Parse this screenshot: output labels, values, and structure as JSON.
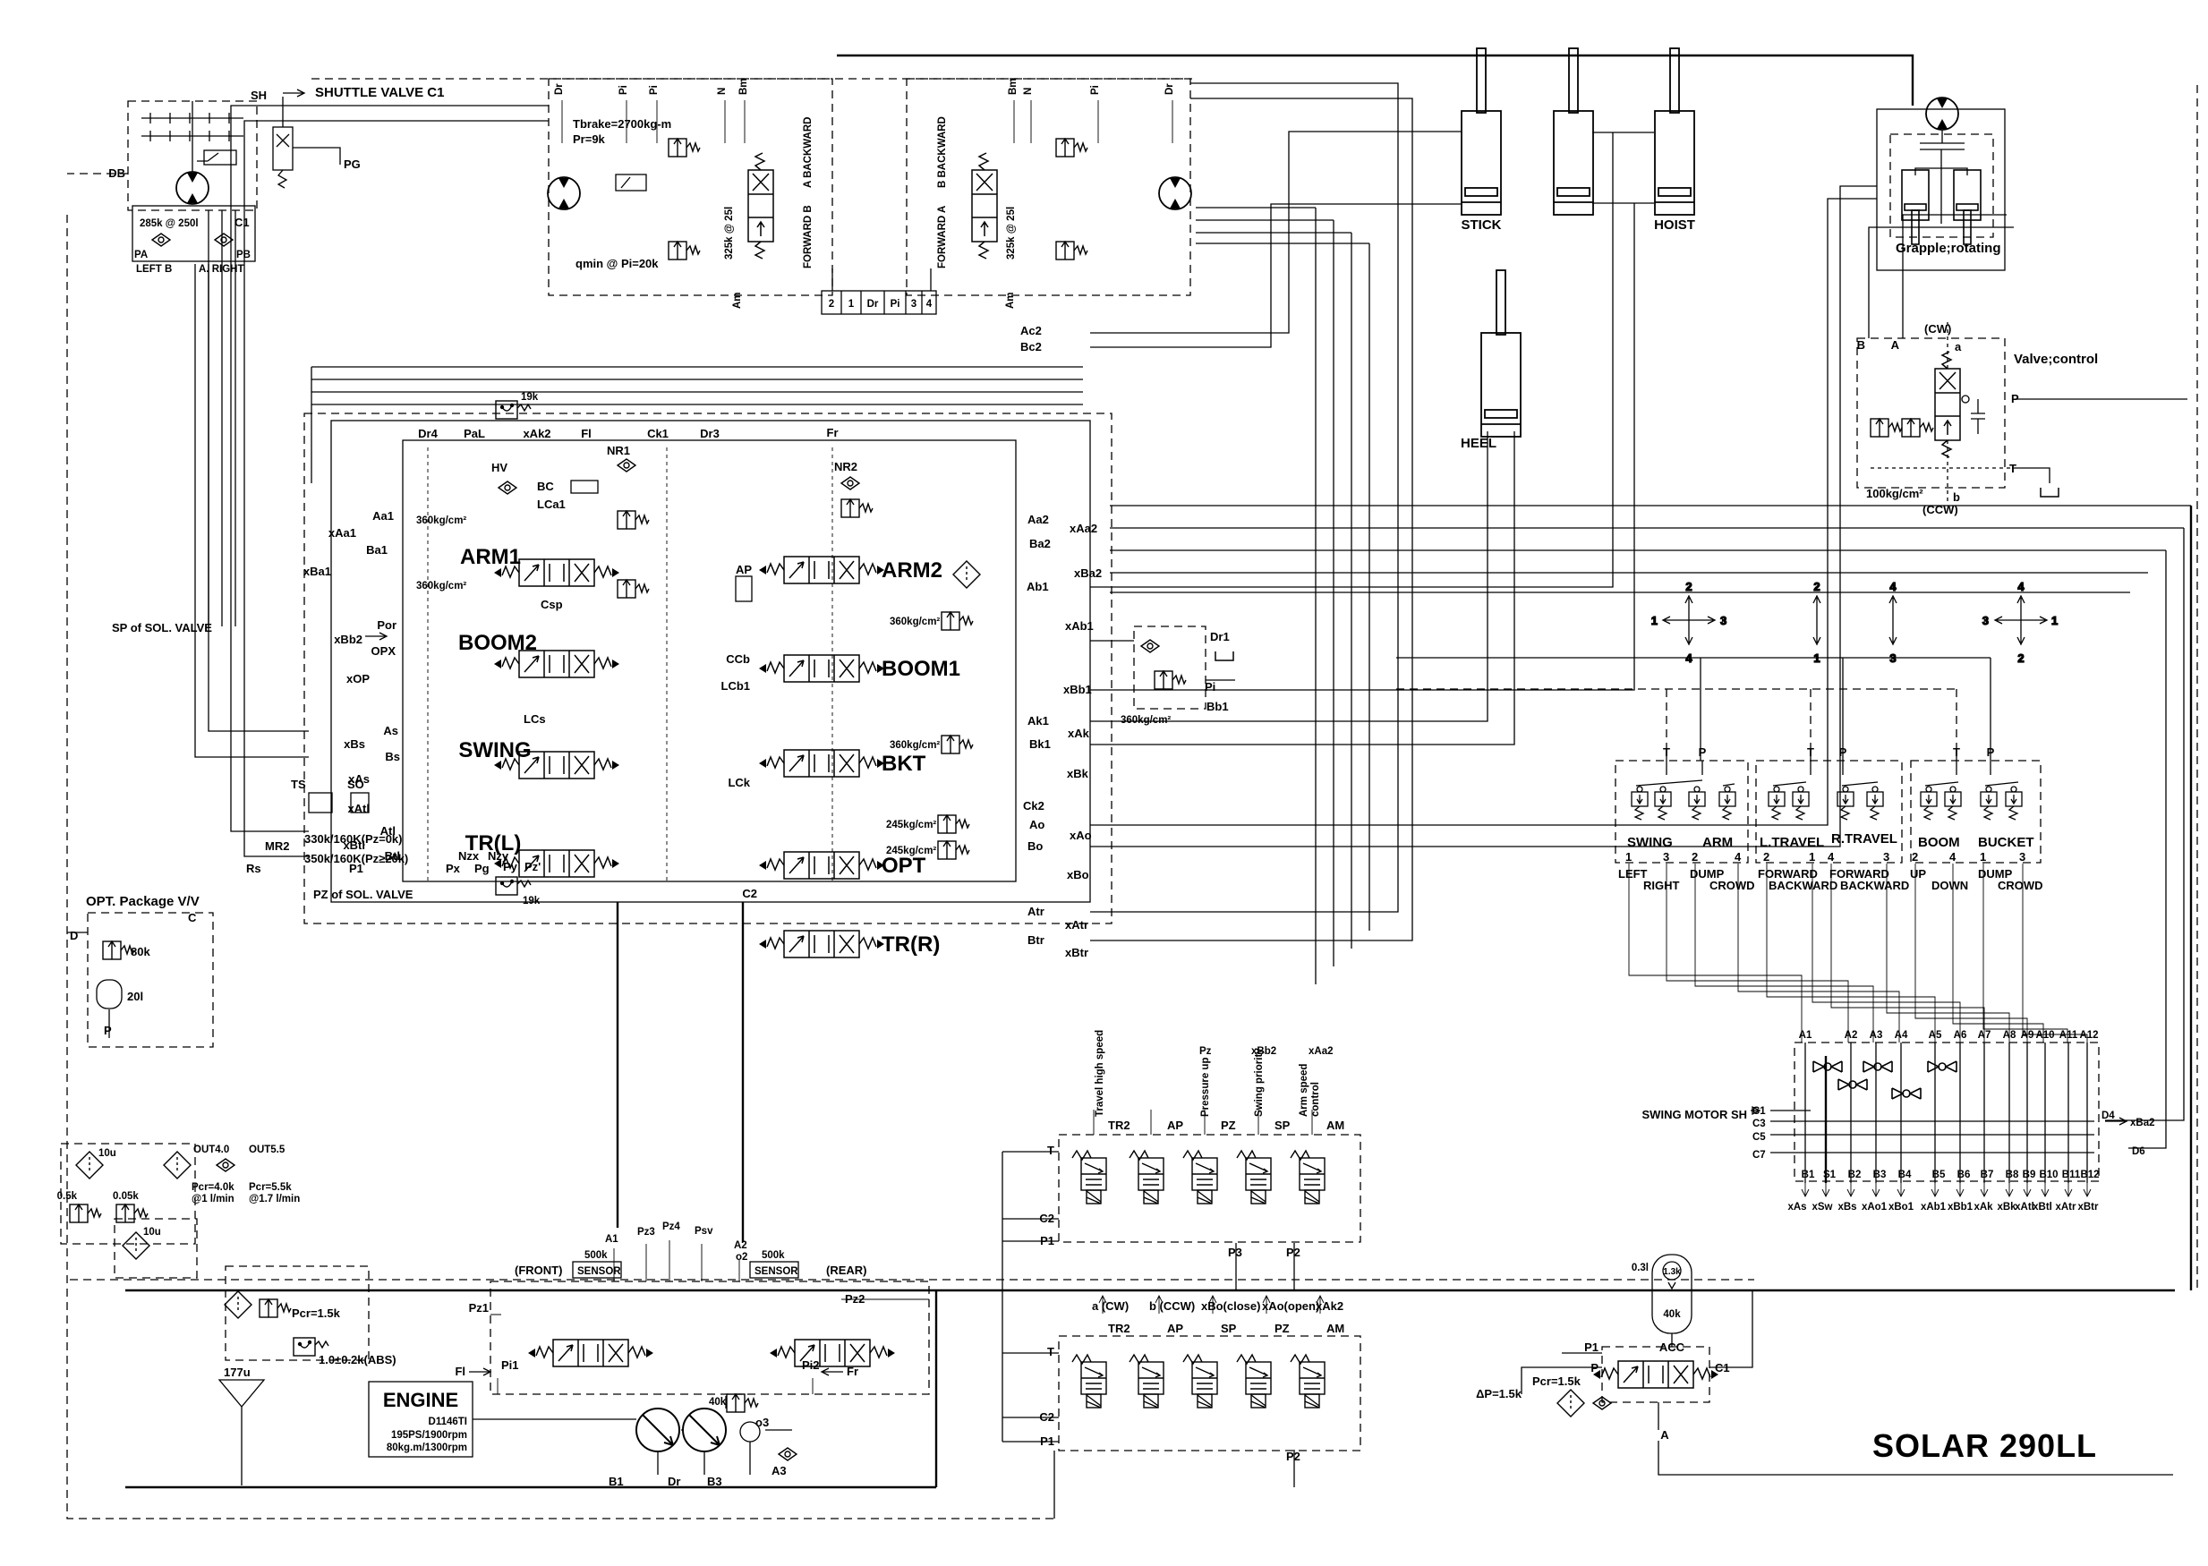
{
  "colors": {
    "ink": "#000000",
    "bg": "#ffffff"
  },
  "footer": {
    "title": "SOLAR 290LL"
  },
  "tl": {
    "sh": "SH",
    "title": "SHUTTLE VALVE C1",
    "pg": "PG",
    "db": "DB",
    "rating": "285k @ 250l",
    "c1": "C1",
    "pa": "PA",
    "pb": "PB",
    "left": "LEFT  B",
    "right": "A. RIGHT"
  },
  "tvl": {
    "p1": "Dr",
    "p2": "Pi",
    "p3": "Pi",
    "p4": "N",
    "p5": "Bm",
    "am": "Am",
    "tbrake": "Tbrake=2700kg-m",
    "pr": "Pr=9k",
    "qmin": "qmin @ Pi=20k",
    "rating": "325k @ 25l",
    "bwd": "A  BACKWARD",
    "fwd": "FORWARD  B"
  },
  "tvr": {
    "p1": "Bm",
    "p2": "N",
    "p3": "Pi",
    "p4": "Dr",
    "am": "Am",
    "rating": "325k @ 25l",
    "bwd": "B  BACKWARD",
    "fwd": "FORWARD  A"
  },
  "jbox": [
    "2",
    "1",
    "Dr",
    "Pi",
    "3",
    "4"
  ],
  "cyl": {
    "stick": "STICK",
    "hoist": "HOIST",
    "heel": "HEEL",
    "grapple": "Grapple;rotating"
  },
  "vc": {
    "title": "Valve;control",
    "b": "B",
    "a": "A",
    "cw": "(CW)",
    "ap": "a",
    "p": "P",
    "t": "T",
    "bp": "b",
    "ccw": "(CCW)",
    "press": "100kg/cm²"
  },
  "mv": {
    "top": {
      "dr4": "Dr4",
      "pal": "PaL",
      "xak2": "xAk2",
      "fl": "Fl",
      "ck1": "Ck1",
      "dr3": "Dr3",
      "fr": "Fr",
      "k19": "19k"
    },
    "sec": {
      "arm1": "ARM1",
      "boom2": "BOOM2",
      "swing": "SWING",
      "trl": "TR(L)",
      "arm2": "ARM2",
      "boom1": "BOOM1",
      "bkt": "BKT",
      "opt": "OPT",
      "trr": "TR(R)"
    },
    "lp": {
      "aa1": "Aa1",
      "xaa1": "xAa1",
      "ba1": "Ba1",
      "xba1": "xBa1",
      "r1": "360kg/cm²",
      "r2": "360kg/cm²",
      "por": "Por",
      "xbb2": "xBb2",
      "opx": "OPX",
      "xop": "xOP",
      "as": "As",
      "xbs": "xBs",
      "bs": "Bs",
      "xas": "xAs",
      "xatl": "xAtl",
      "atl": "Atl",
      "xbtl": "xBtl",
      "btl": "Btl",
      "sp_sol": "SP of SOL. VALVE"
    },
    "rp": {
      "ac2": "Ac2",
      "bc2": "Bc2",
      "aa2": "Aa2",
      "xaa2": "xAa2",
      "ba2": "Ba2",
      "xba2": "xBa2",
      "ab1": "Ab1",
      "xab1": "xAb1",
      "xbb1": "xBb1",
      "ak1": "Ak1",
      "xak": "xAk",
      "bk1": "Bk1",
      "xbk": "xBk",
      "ck2": "Ck2",
      "ao": "Ao",
      "xao": "xAo",
      "bo": "Bo",
      "xbo": "xBo",
      "atr": "Atr",
      "xatr": "xAtr",
      "btr": "Btr",
      "xbtr": "xBtr"
    },
    "in": {
      "hv": "HV",
      "bc": "BC",
      "nr1": "NR1",
      "nr2": "NR2",
      "lca1": "LCa1",
      "csp": "Csp",
      "lcs": "LCs",
      "ccb": "CCb",
      "lcb1": "LCb1",
      "lck": "LCk",
      "c2": "C2",
      "ap": "AP",
      "ts": "TS",
      "so": "SO",
      "mr2": "MR2",
      "k330": "330k/160K(Pz=0k)",
      "k350": "350k/160K(Pz≥20k)",
      "r3": "360kg/cm²",
      "r4": "360kg/cm²",
      "r5": "245kg/cm²",
      "r6": "245kg/cm²"
    },
    "bot": {
      "rs": "Rs",
      "p1": "P1",
      "nzx": "Nzx",
      "nzy": "Nzy",
      "px": "Px",
      "pg": "Pg",
      "py": "Py",
      "pz": "Pz'",
      "k19": "19k",
      "pz_sol": "PZ of SOL. VALVE"
    }
  },
  "rel": {
    "dr1": "Dr1",
    "pi": "Pi",
    "bb1": "Bb1",
    "r": "360kg/cm²"
  },
  "opt": {
    "title": "OPT. Package V/V",
    "c": "C",
    "d": "D",
    "k80": "80k",
    "l20": "20l",
    "p": "P"
  },
  "fil": {
    "u1": "10u",
    "k05": "0.5k",
    "k005": "0.05k",
    "u2": "10u",
    "o40": "OUT4.0",
    "p40": "Pcr=4.0k",
    "q40": "@1 l/min",
    "o55": "OUT5.5",
    "p55": "Pcr=5.5k",
    "q55": "@1.7 l/min",
    "pcr": "Pcr=1.5k",
    "abs": "1.0±0.2k(ABS)",
    "u177": "177u"
  },
  "pump": {
    "front": "(FRONT)",
    "rear": "(REAR)",
    "k500a": "500k",
    "k500b": "500k",
    "sens1": "SENSOR",
    "sens2": "SENSOR",
    "a1": "A1",
    "pz3": "Pz3",
    "pz4": "Pz4",
    "psv": "Psv",
    "a2": "A2",
    "o2": "o2",
    "pz1": "Pz1",
    "fl": "Fl",
    "pi1": "Pi1",
    "pz2": "Pz2",
    "pi2": "Pi2",
    "fr": "Fr",
    "b1": "B1",
    "dr": "Dr",
    "b3": "B3",
    "a3": "A3",
    "o3": "o3",
    "k40": "40k"
  },
  "eng": {
    "t": "ENGINE",
    "m": "D1146TI",
    "p": "195PS/1900rpm",
    "q": "80kg.m/1300rpm"
  },
  "b1": {
    "v1": "Travel high speed",
    "v2": "Pressure up",
    "v2b": "Pz",
    "v3": "Swing priority",
    "v3b": "xBb2",
    "v4": "Arm speed",
    "v4b": "control",
    "v4c": "xAa2",
    "tr2": "TR2",
    "ap": "AP",
    "pz": "PZ",
    "sp": "SP",
    "am": "AM",
    "t": "T",
    "c2": "C2",
    "p1": "P1",
    "p3": "P3",
    "p2": "P2"
  },
  "b2": {
    "d1": "a (CW)",
    "d2": "b (CCW)",
    "d3": "xBo(close)",
    "d4": "xAo(open)",
    "d5": "xAk2",
    "tr2": "TR2",
    "ap": "AP",
    "sp": "SP",
    "pz": "PZ",
    "am": "AM",
    "t": "T",
    "c2": "C2",
    "p1": "P1",
    "p2": "P2"
  },
  "joy": {
    "t1": "T",
    "p1": "P",
    "t2": "T",
    "p2": "P",
    "t3": "T",
    "p3": "P",
    "swing": "SWING",
    "arm": "ARM",
    "lt": "L.TRAVEL",
    "rt": "R.TRAVEL",
    "boom": "BOOM",
    "bucket": "BUCKET",
    "s1": "1",
    "s3": "3",
    "a2": "2",
    "a4": "4",
    "l2": "2",
    "l1": "1",
    "r4": "4",
    "r3": "3",
    "b2": "2",
    "b4": "4",
    "k1": "1",
    "k3": "3",
    "left": "LEFT",
    "rightw": "RIGHT",
    "dump1": "DUMP",
    "crowd1": "CROWD",
    "fwd1": "FORWARD",
    "bwd1": "BACKWARD",
    "fwd2": "FORWARD",
    "bwd2": "BACKWARD",
    "up": "UP",
    "down": "DOWN",
    "dump2": "DUMP",
    "crowd2": "CROWD"
  },
  "cross": {
    "c1": [
      "2",
      "4",
      "1",
      "3"
    ],
    "c2": [
      "2",
      "1"
    ],
    "c3": [
      "4",
      "3"
    ],
    "c4": [
      "4",
      "2",
      "3",
      "1"
    ]
  },
  "man": {
    "a": [
      "A1",
      "A2",
      "A3",
      "A4",
      "A5",
      "A6",
      "A7",
      "A8",
      "A9",
      "A10",
      "A11",
      "A12"
    ],
    "b": [
      "B1",
      "S1",
      "B2",
      "B3",
      "B4",
      "B5",
      "B6",
      "B7",
      "B8",
      "B9",
      "B10",
      "B11",
      "B12"
    ],
    "x": [
      "xAs",
      "xSw",
      "xBs",
      "xAo1",
      "xBo1",
      "xAb1",
      "xBb1",
      "xAk",
      "xBk",
      "xAtl",
      "xBtl",
      "xAtr",
      "xBtr"
    ],
    "c": [
      "C1",
      "C3",
      "C5",
      "C7"
    ],
    "sw": "SWING MOTOR SH",
    "d4": "D4",
    "d4x": "xBa2",
    "d6": "D6"
  },
  "acc": {
    "v": "0.3l",
    "k13": "1.3k",
    "k40": "40k",
    "t": "ACC",
    "p1": "P1",
    "p": "P",
    "c1": "C1",
    "a": "A",
    "dp": "ΔP=1.5k",
    "pcr": "Pcr=1.5k"
  }
}
